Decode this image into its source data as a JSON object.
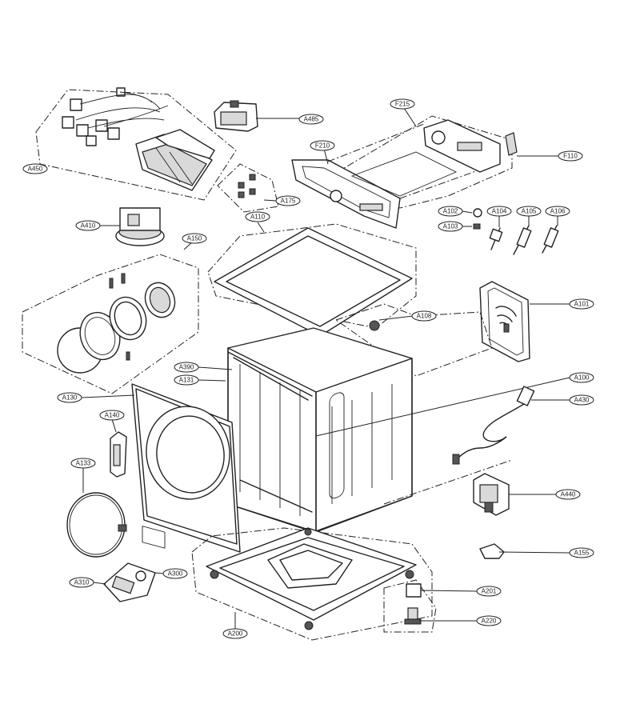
{
  "labels": {
    "A450": "A450",
    "A485": "A485",
    "F215": "F215",
    "F210": "F210",
    "F110": "F110",
    "A175": "A175",
    "A410": "A410",
    "A110": "A110",
    "A102": "A102",
    "A103": "A103",
    "A104": "A104",
    "A105": "A105",
    "A106": "A106",
    "A150": "A150",
    "A101": "A101",
    "A108": "A108",
    "A390": "A390",
    "A131": "A131",
    "A100": "A100",
    "A130": "A130",
    "A430": "A430",
    "A140": "A140",
    "A133": "A133",
    "A440": "A440",
    "A155": "A155",
    "A310": "A310",
    "A300": "A300",
    "A201": "A201",
    "A220": "A220",
    "A200": "A200"
  }
}
